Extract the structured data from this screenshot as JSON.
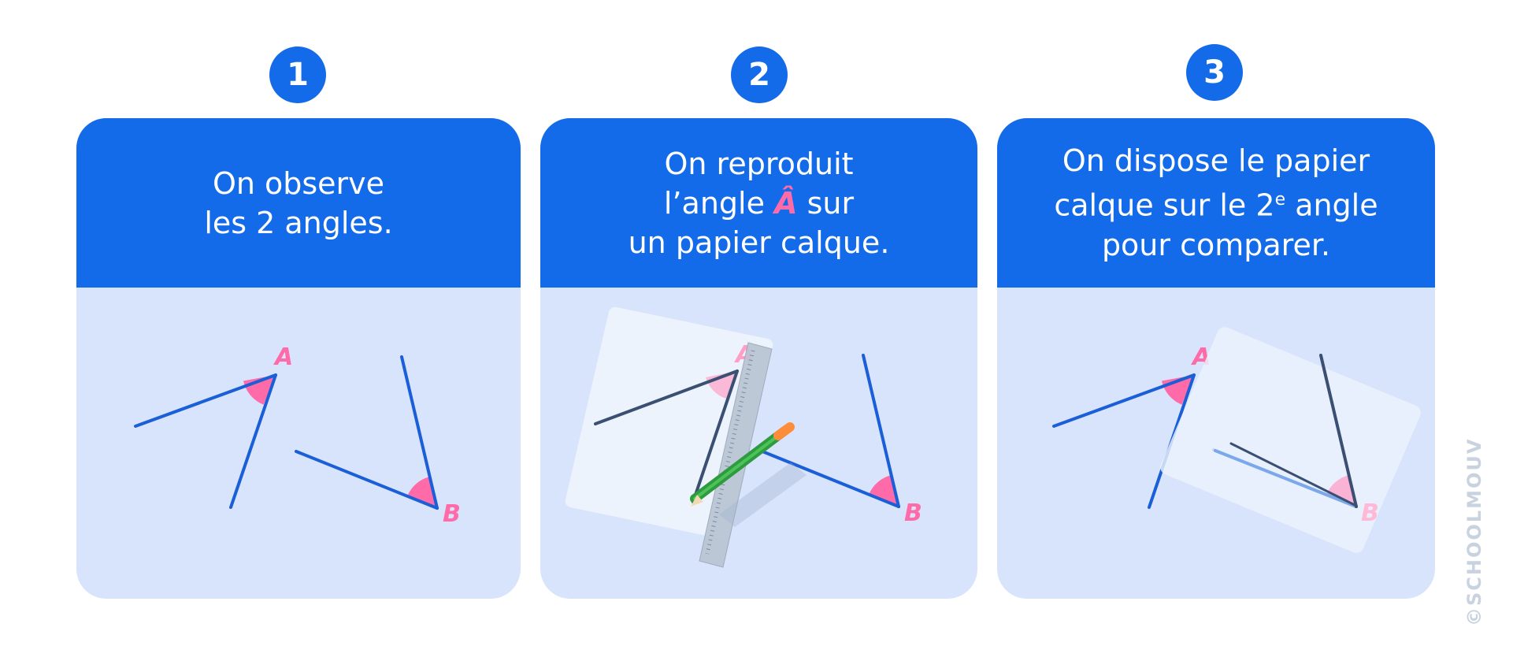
{
  "steps": [
    {
      "number": "1",
      "lines": [
        "On observe",
        "les 2 angles."
      ]
    },
    {
      "number": "2",
      "line1": "On reproduit",
      "line2_before": "l’angle ",
      "line2_accent": "Â",
      "line2_after": " sur",
      "line3": "un papier calque."
    },
    {
      "number": "3",
      "line1": "On dispose le papier",
      "line2_before": "calque sur le 2",
      "line2_sup": "e",
      "line2_after": " angle",
      "line3": "pour comparer."
    }
  ],
  "labels": {
    "a": "A",
    "b": "B"
  },
  "copyright": "©SCHOOLMOUV",
  "colors": {
    "blue": "#136bea",
    "light_blue": "#d8e4fb",
    "pink": "#ff6aa8",
    "line": "#1a5fd8"
  }
}
